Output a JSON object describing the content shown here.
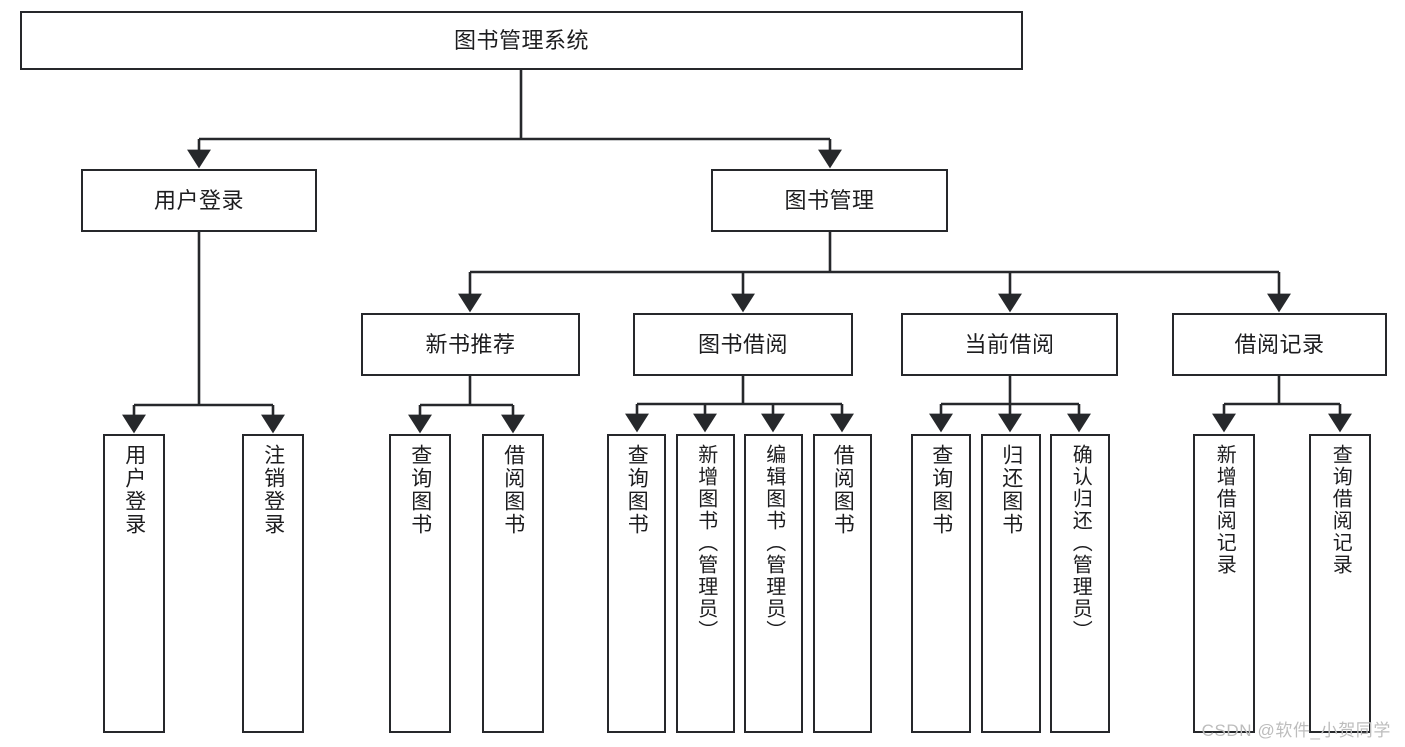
{
  "diagram": {
    "title": "图书管理系统",
    "type": "tree",
    "root": {
      "id": "root",
      "label": "图书管理系统"
    },
    "level2": [
      {
        "id": "user-login",
        "label": "用户登录"
      },
      {
        "id": "book-manage",
        "label": "图书管理"
      }
    ],
    "level3": [
      {
        "id": "new-book-recommend",
        "label": "新书推荐"
      },
      {
        "id": "book-borrow",
        "label": "图书借阅"
      },
      {
        "id": "current-borrow",
        "label": "当前借阅"
      },
      {
        "id": "borrow-record",
        "label": "借阅记录"
      }
    ],
    "leaves": [
      {
        "id": "leaf-user-login",
        "label": "用户登录",
        "parent": "user-login"
      },
      {
        "id": "leaf-user-logout",
        "label": "注销登录",
        "parent": "user-login"
      },
      {
        "id": "leaf-query-book-1",
        "label": "查询图书",
        "parent": "new-book-recommend"
      },
      {
        "id": "leaf-borrow-book-1",
        "label": "借阅图书",
        "parent": "new-book-recommend"
      },
      {
        "id": "leaf-query-book-2",
        "label": "查询图书",
        "parent": "book-borrow"
      },
      {
        "id": "leaf-add-book",
        "label": "新增图书（管理员）",
        "parent": "book-borrow"
      },
      {
        "id": "leaf-edit-book",
        "label": "编辑图书（管理员）",
        "parent": "book-borrow"
      },
      {
        "id": "leaf-borrow-book-2",
        "label": "借阅图书",
        "parent": "book-borrow"
      },
      {
        "id": "leaf-query-book-3",
        "label": "查询图书",
        "parent": "current-borrow"
      },
      {
        "id": "leaf-return-book",
        "label": "归还图书",
        "parent": "current-borrow"
      },
      {
        "id": "leaf-confirm-return",
        "label": "确认归还（管理员）",
        "parent": "current-borrow"
      },
      {
        "id": "leaf-add-borrow-record",
        "label": "新增借阅记录",
        "parent": "borrow-record"
      },
      {
        "id": "leaf-query-borrow-record",
        "label": "查询借阅记录",
        "parent": "borrow-record"
      }
    ],
    "colors": {
      "stroke": "#26282b",
      "fill": "#ffffff",
      "text": "#1d1d1f",
      "watermark": "#bdbdbd"
    }
  },
  "watermark": {
    "text": "CSDN @软件_小贺同学"
  }
}
